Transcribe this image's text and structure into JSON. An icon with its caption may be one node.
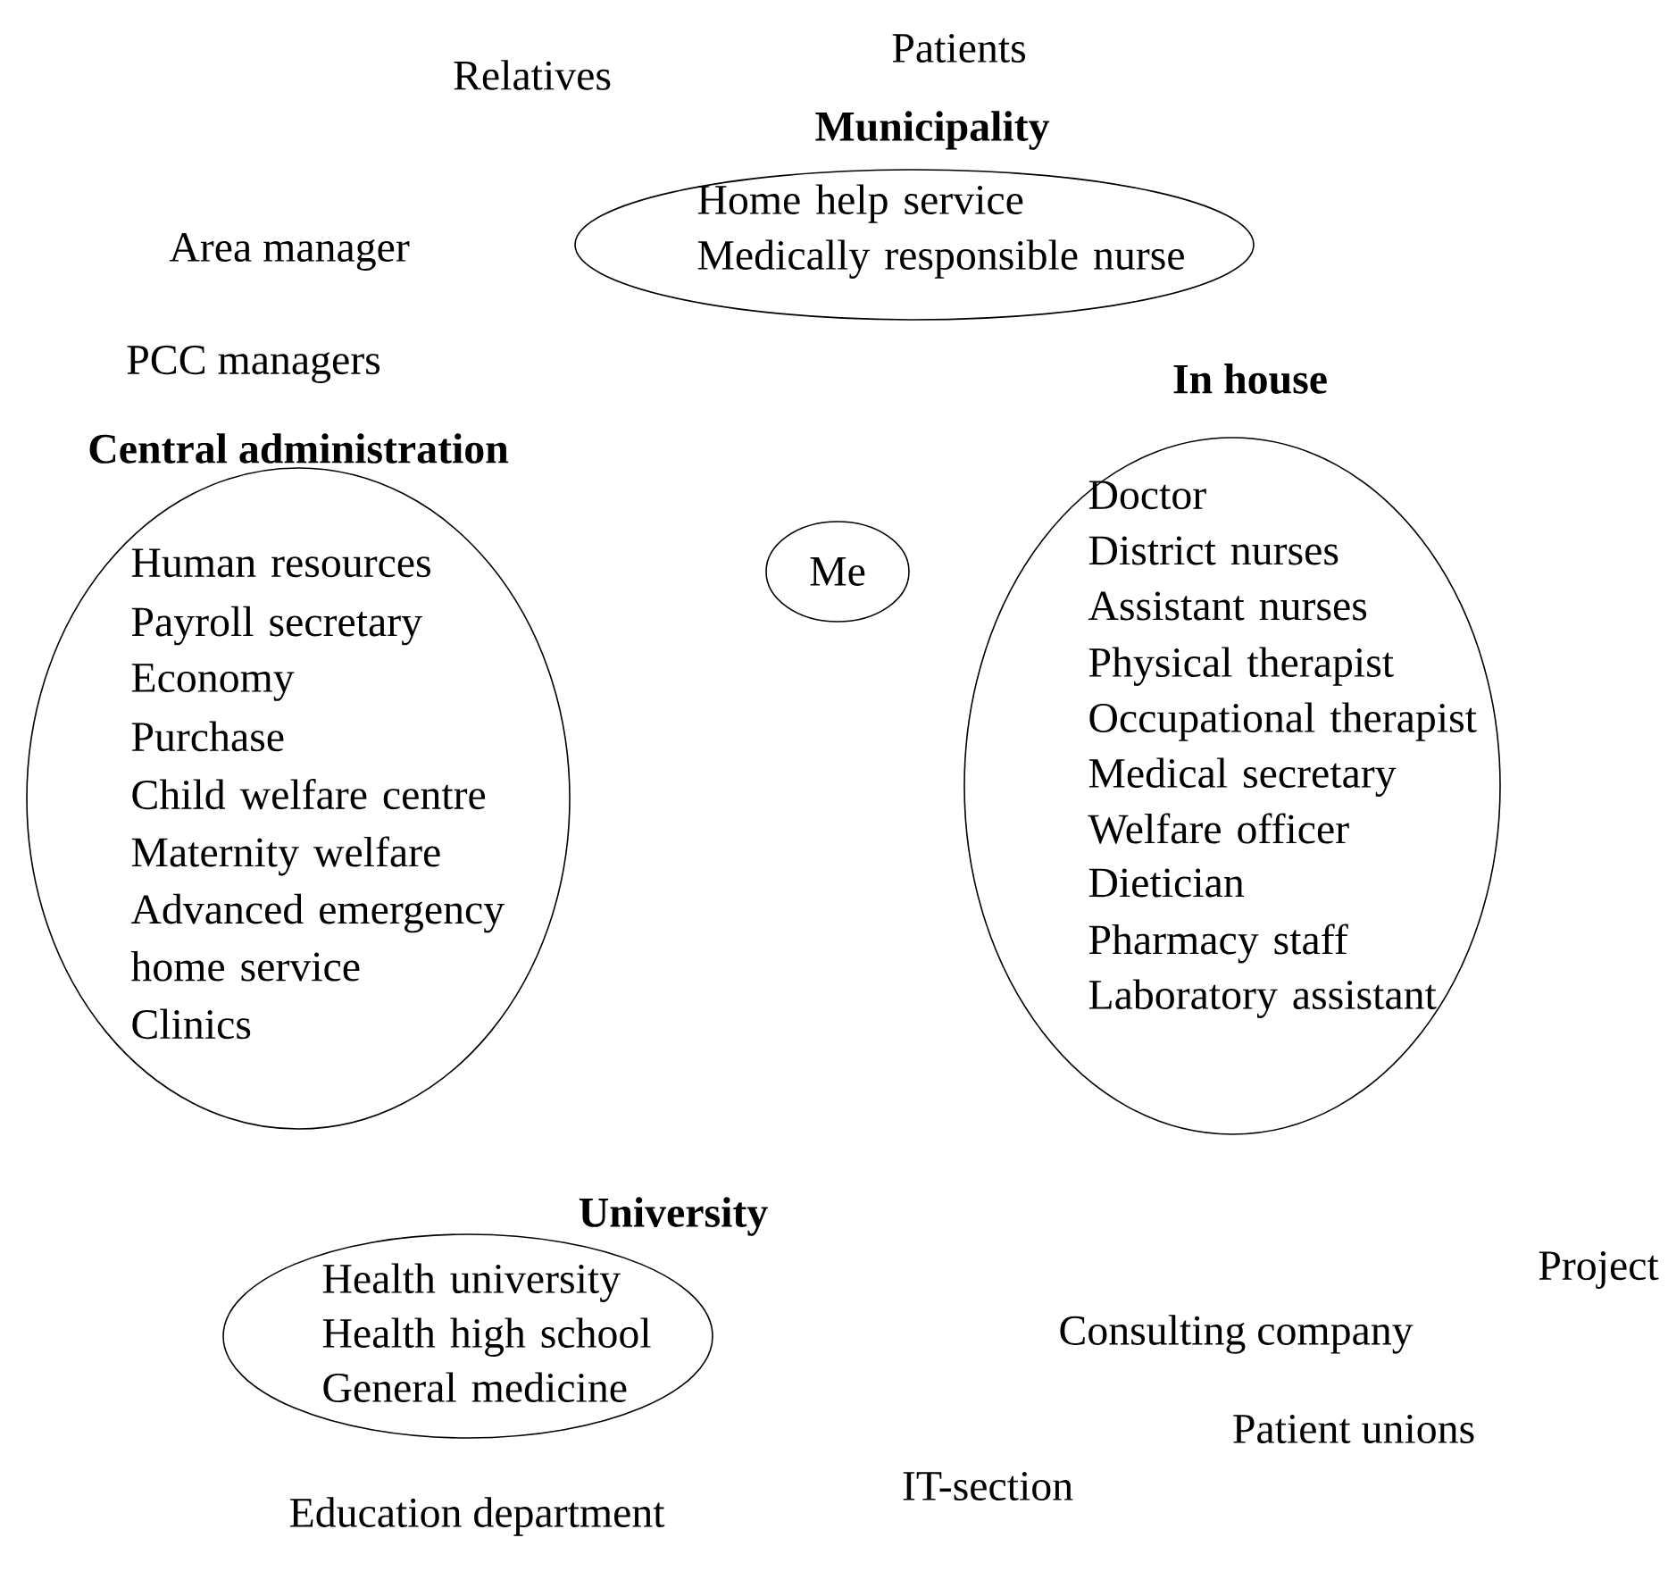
{
  "diagram": {
    "nodes": [
      {
        "text": [
          "Municipality",
          "Home help service",
          "Medically responsible nurse"
        ]
      },
      {
        "text": [
          "Central administration",
          "Human resources",
          "Payroll secretary",
          "Economy",
          "Purchase",
          "Child welfare centre",
          "Maternity welfare",
          "Advanced emergency home service",
          "Clinics"
        ]
      },
      {
        "text": [
          "Me"
        ]
      },
      {
        "text": [
          "In house",
          "Doctor",
          "District nurses",
          "Assistant nurses",
          "Physical therapist",
          "Occupational therapist",
          "Medical secretary",
          "Welfare officer",
          "Dietician",
          "Pharmacy staff",
          "Laboratory assistant"
        ]
      },
      {
        "text": [
          "University",
          "Health university",
          "Health high school",
          "General medicine"
        ]
      }
    ],
    "labels": [
      "Patients",
      "Relatives",
      "Area manager",
      "PCC managers",
      "Project",
      "Consulting company",
      "Patient unions",
      "IT-section",
      "Education department"
    ]
  }
}
